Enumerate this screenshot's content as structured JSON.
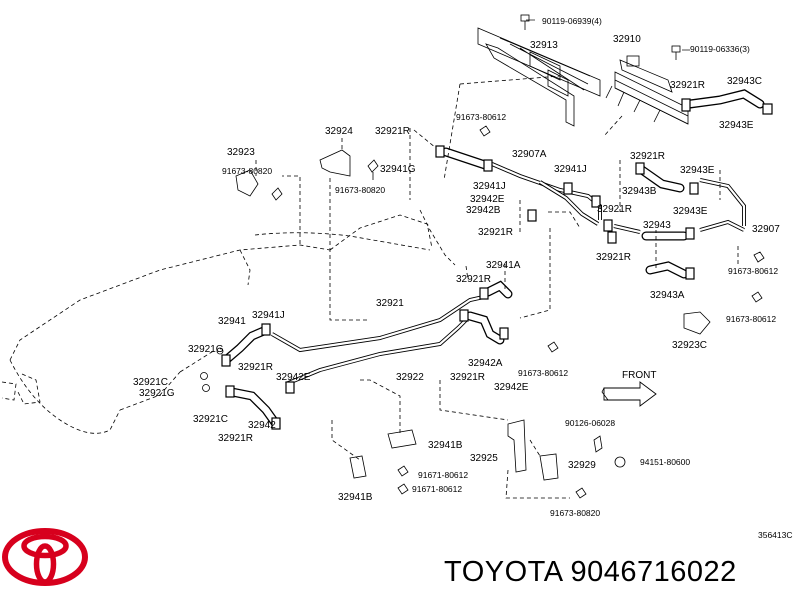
{
  "diagram": {
    "code": "356413C",
    "front_label": "FRONT",
    "brand_caption": "TOYOTA 9046716022",
    "labels": [
      "90119-06939(4)",
      "32913",
      "32910",
      "90119-06336(3)",
      "32921R",
      "32943C",
      "32943E",
      "91673-80612",
      "32924",
      "32921R",
      "32907A",
      "32923",
      "91673-80820",
      "32941G",
      "91673-80820",
      "32941J",
      "32921R",
      "32943E",
      "32942E",
      "32943B",
      "32941J",
      "32942B",
      "32921R",
      "32921R",
      "32943",
      "32907",
      "32921R",
      "32943E",
      "91673-80612",
      "32941A",
      "32921R",
      "32943A",
      "32921",
      "91673-80612",
      "32941",
      "32941J",
      "32923C",
      "32921G",
      "32921R",
      "32942A",
      "32922",
      "32921R",
      "91673-80612",
      "32921C",
      "32942E",
      "32921G",
      "32942E",
      "32921C",
      "32942",
      "32921R",
      "90126-06028",
      "32941B",
      "32925",
      "32929",
      "94151-80600",
      "91671-80612",
      "91671-80612",
      "32941B",
      "91673-80820"
    ]
  }
}
